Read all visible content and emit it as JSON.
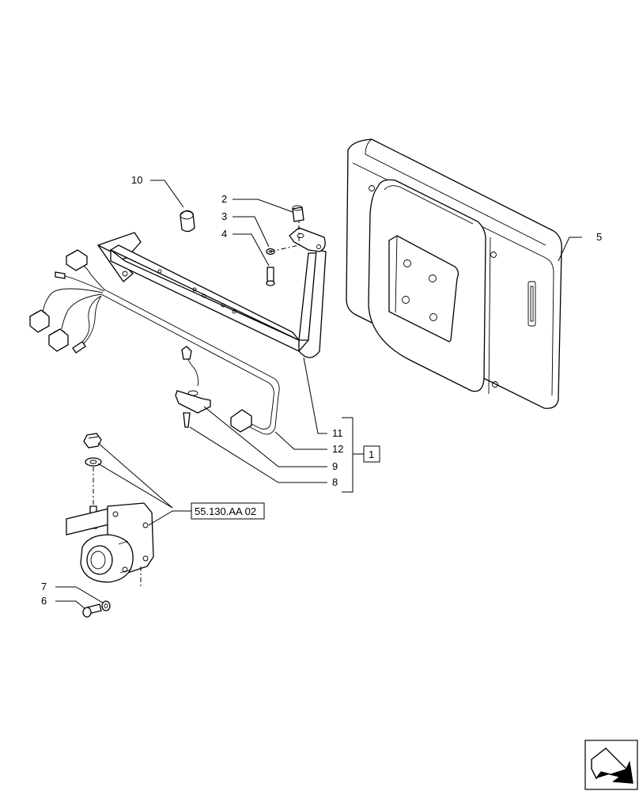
{
  "callouts": {
    "c10": "10",
    "c2": "2",
    "c3": "3",
    "c4": "4",
    "c5": "5",
    "c11": "11",
    "c12": "12",
    "c9": "9",
    "c8": "8",
    "c7": "7",
    "c6": "6",
    "kit": "1",
    "ref": "55.130.AA 02"
  },
  "icons": {
    "nav": "next-page-arrow-icon"
  }
}
